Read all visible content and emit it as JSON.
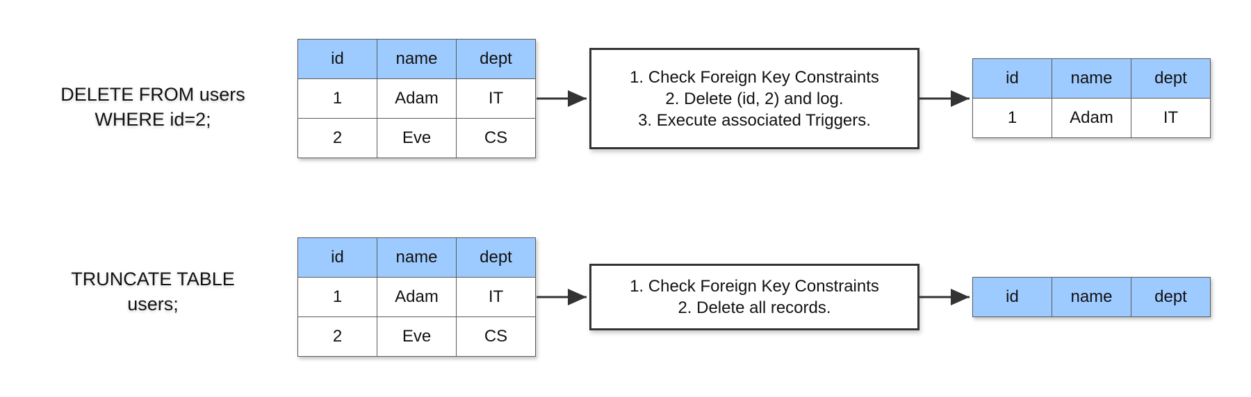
{
  "rows": [
    {
      "query": [
        "DELETE FROM users",
        "WHERE id=2;"
      ],
      "source_table": {
        "headers": [
          "id",
          "name",
          "dept"
        ],
        "rows": [
          [
            "1",
            "Adam",
            "IT"
          ],
          [
            "2",
            "Eve",
            "CS"
          ]
        ]
      },
      "steps": [
        "1. Check Foreign Key Constraints",
        "2. Delete (id, 2) and log.",
        "3. Execute associated Triggers."
      ],
      "result_table": {
        "headers": [
          "id",
          "name",
          "dept"
        ],
        "rows": [
          [
            "1",
            "Adam",
            "IT"
          ]
        ]
      }
    },
    {
      "query": [
        "TRUNCATE TABLE",
        "users;"
      ],
      "source_table": {
        "headers": [
          "id",
          "name",
          "dept"
        ],
        "rows": [
          [
            "1",
            "Adam",
            "IT"
          ],
          [
            "2",
            "Eve",
            "CS"
          ]
        ]
      },
      "steps": [
        "1. Check Foreign Key Constraints",
        "2. Delete all records."
      ],
      "result_table": {
        "headers": [
          "id",
          "name",
          "dept"
        ],
        "rows": []
      }
    }
  ],
  "colors": {
    "header_fill": "#9ecbff",
    "border": "#333333",
    "arrow": "#333333"
  }
}
